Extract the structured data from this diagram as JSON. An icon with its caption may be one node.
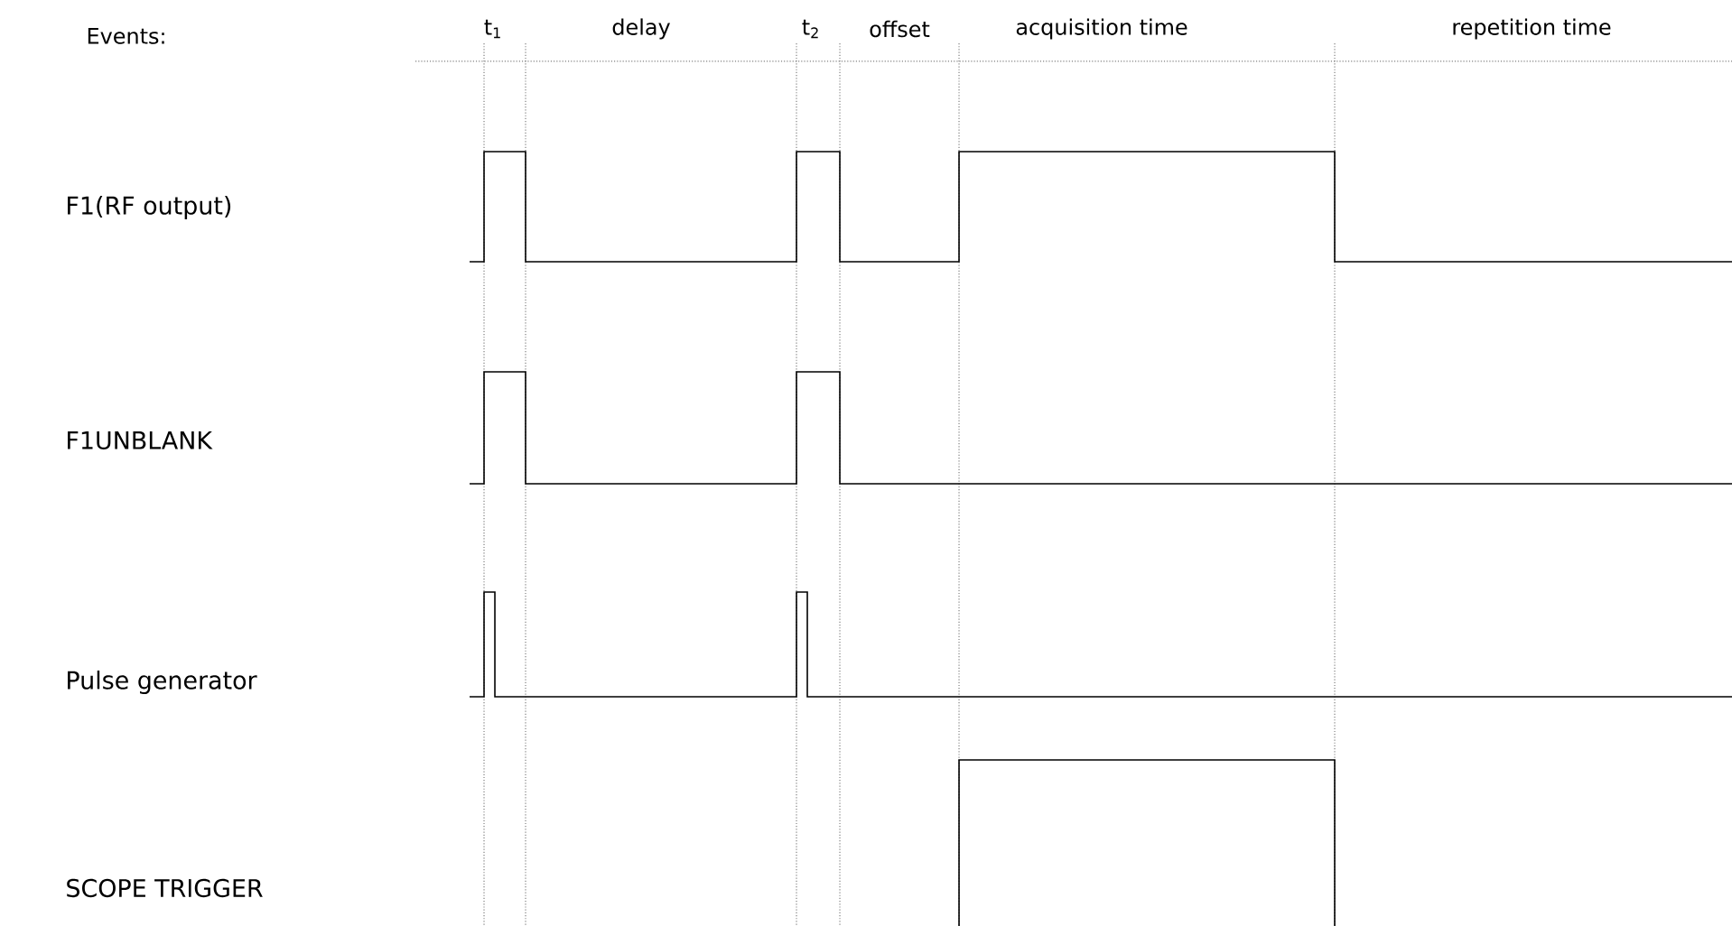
{
  "diagram": {
    "labels": [
      "Events:",
      "t$_{1}$",
      "delay",
      "t$_{2}$",
      "offset",
      "acquisition time",
      "repetition time",
      "F1(RF output)",
      "F1UNBLANK",
      "Pulse generator",
      "SCOPE TRIGGER"
    ]
  }
}
